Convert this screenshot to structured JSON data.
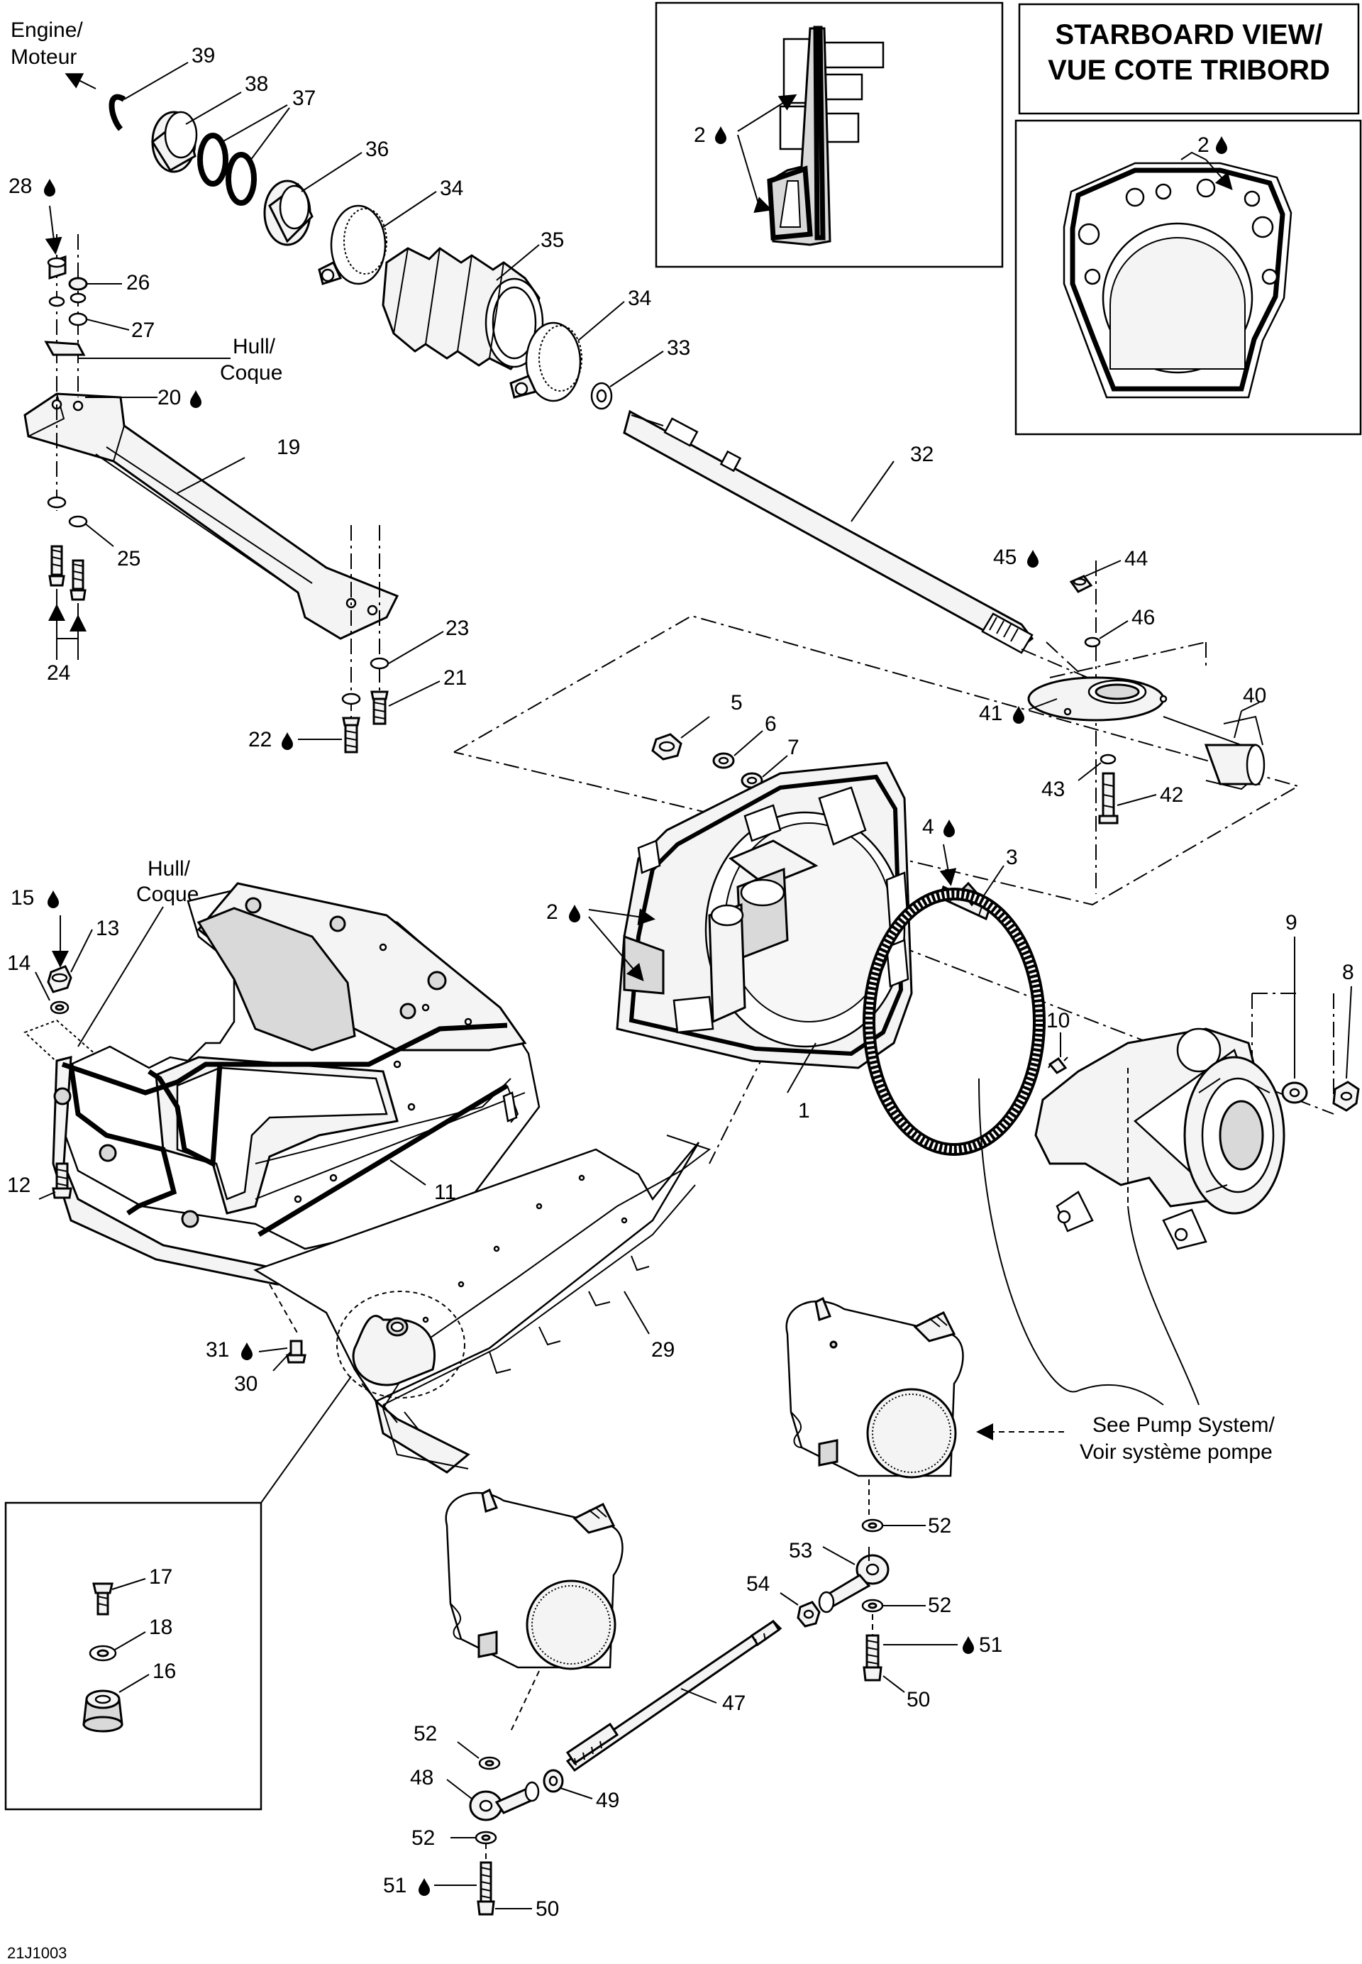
{
  "starboard_title_line1": "STARBOARD VIEW/",
  "starboard_title_line2": "VUE COTE TRIBORD",
  "engine_line1": "Engine/",
  "engine_line2": "Moteur",
  "hull_line1": "Hull/",
  "hull_line2": "Coque",
  "see_pump_line1": "See Pump System/",
  "see_pump_line2": "Voir système pompe",
  "drawing_code": "21J1003",
  "drop_symbol": "💧",
  "callouts": {
    "n1": "1",
    "n2": "2",
    "n3": "3",
    "n4": "4",
    "n5": "5",
    "n6": "6",
    "n7": "7",
    "n8": "8",
    "n9": "9",
    "n10": "10",
    "n11": "11",
    "n12": "12",
    "n13": "13",
    "n14": "14",
    "n15": "15",
    "n16": "16",
    "n17": "17",
    "n18": "18",
    "n19": "19",
    "n20": "20",
    "n21": "21",
    "n22": "22",
    "n23": "23",
    "n24": "24",
    "n25": "25",
    "n26": "26",
    "n27": "27",
    "n28": "28",
    "n29": "29",
    "n30": "30",
    "n31": "31",
    "n32": "32",
    "n33": "33",
    "n34": "34",
    "n35": "35",
    "n36": "36",
    "n37": "37",
    "n38": "38",
    "n39": "39",
    "n40": "40",
    "n41": "41",
    "n42": "42",
    "n43": "43",
    "n44": "44",
    "n45": "45",
    "n46": "46",
    "n47": "47",
    "n48": "48",
    "n49": "49",
    "n50": "50",
    "n51": "51",
    "n52": "52",
    "n53": "53",
    "n54": "54"
  }
}
